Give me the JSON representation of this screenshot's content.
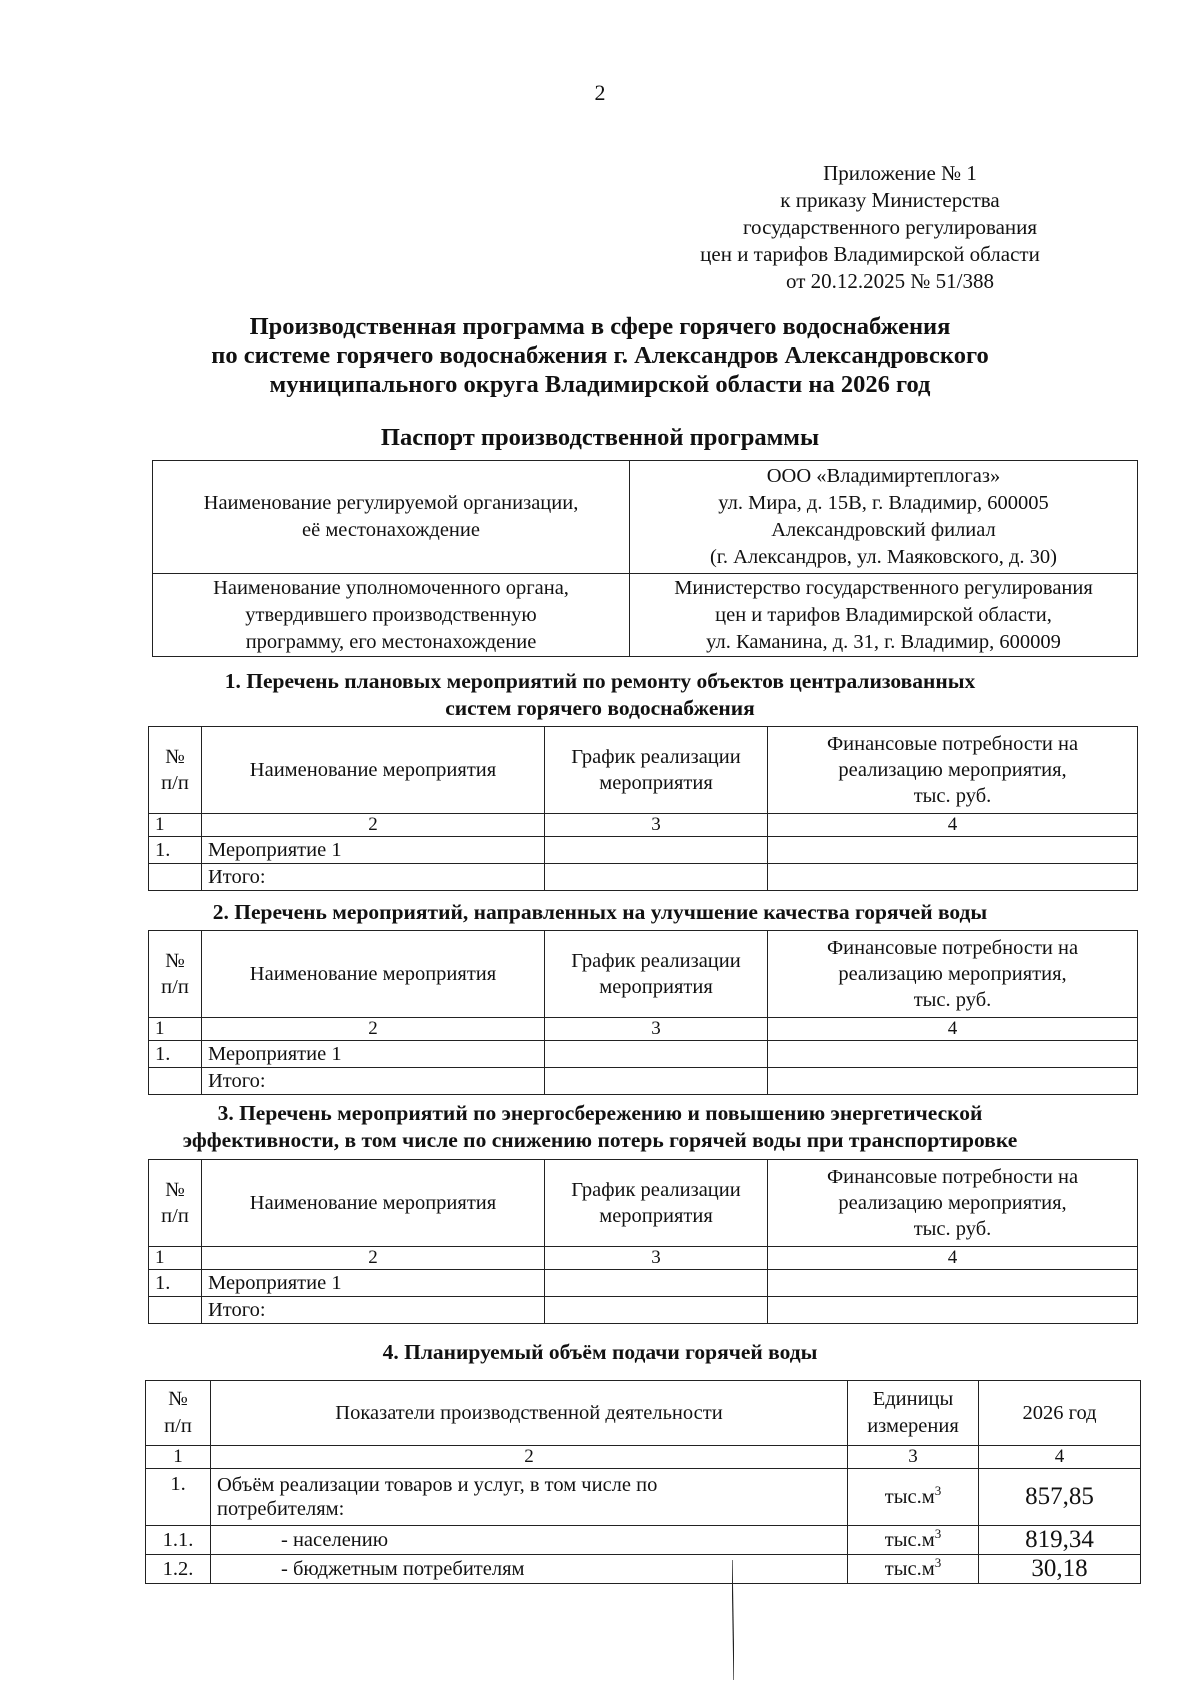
{
  "page_number": "2",
  "appendix": {
    "line1": "Приложение № 1",
    "line2": "к приказу Министерства",
    "line3": "государственного регулирования",
    "line4": "цен и тарифов Владимирской области",
    "line5": "от 20.12.2025 № 51/388"
  },
  "title": {
    "line1": "Производственная программа в сфере горячего водоснабжения",
    "line2": "по системе горячего водоснабжения г. Александров Александровского",
    "line3": "муниципального округа Владимирской области на 2026 год"
  },
  "passport": {
    "title": "Паспорт производственной программы",
    "row1_label_a": "Наименование регулируемой организации,",
    "row1_label_b": "её местонахождение",
    "row1_value_a": "ООО «Владимиртеплогаз»",
    "row1_value_b": "ул. Мира, д. 15В, г. Владимир, 600005",
    "row1_value_c": "Александровский филиал",
    "row1_value_d": "(г. Александров, ул. Маяковского, д. 30)",
    "row2_label_a": "Наименование уполномоченного органа,",
    "row2_label_b": "утвердившего производственную",
    "row2_label_c": "программу, его местонахождение",
    "row2_value_a": "Министерство государственного регулирования",
    "row2_value_b": "цен и тарифов Владимирской области,",
    "row2_value_c": "ул. Каманина, д. 31, г. Владимир, 600009"
  },
  "measures_header": {
    "num_a": "№",
    "num_b": "п/п",
    "name": "Наименование мероприятия",
    "schedule_a": "График реализации",
    "schedule_b": "мероприятия",
    "finance_a": "Финансовые потребности на",
    "finance_b": "реализацию мероприятия,",
    "finance_c": "тыс. руб.",
    "idx1": "1",
    "idx2": "2",
    "idx3": "3",
    "idx4": "4",
    "row1_num": "1.",
    "row1_name": "Мероприятие 1",
    "total": "Итого:"
  },
  "section1": {
    "line1": "1. Перечень плановых мероприятий по ремонту объектов централизованных",
    "line2": "систем горячего водоснабжения"
  },
  "section2": {
    "line1": "2. Перечень мероприятий, направленных на улучшение качества горячей воды"
  },
  "section3": {
    "line1": "3. Перечень мероприятий по энергосбережению и повышению энергетической",
    "line2": "эффективности, в том числе по снижению потерь горячей воды при транспортировке"
  },
  "section4": {
    "title": "4. Планируемый объём подачи горячей воды",
    "head_num_a": "№",
    "head_num_b": "п/п",
    "head_indicator": "Показатели производственной деятельности",
    "head_unit_a": "Единицы",
    "head_unit_b": "измерения",
    "head_year": "2026 год",
    "idx1": "1",
    "idx2": "2",
    "idx3": "3",
    "idx4": "4",
    "unit_base": "тыс.м",
    "unit_sup": "3",
    "rows": [
      {
        "num": "1.",
        "label_a": "Объём реализации товаров и услуг, в том числе по",
        "label_b": "потребителям:",
        "value": "857,85"
      },
      {
        "num": "1.1.",
        "label_a": "- населению",
        "value": "819,34"
      },
      {
        "num": "1.2.",
        "label_a": "- бюджетным потребителям",
        "value": "30,18"
      }
    ]
  }
}
